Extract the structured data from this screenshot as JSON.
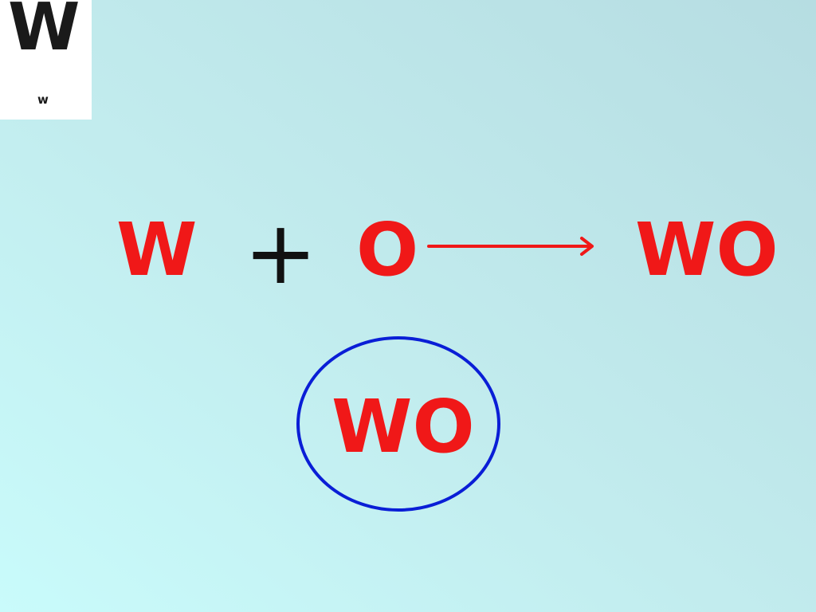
{
  "thumbnail": {
    "large_letter": "W",
    "small_letter": "w"
  },
  "equation": {
    "reactant_1": "W",
    "operator": "+",
    "reactant_2": "O",
    "product": "WO"
  },
  "highlight": {
    "label": "WO"
  },
  "colors": {
    "formula_text": "#f01818",
    "arrow": "#f01818",
    "circle": "#0a1ed6",
    "operator": "#111111",
    "background_top": "#b6dde2",
    "background_bottom": "#c9fbfb"
  }
}
